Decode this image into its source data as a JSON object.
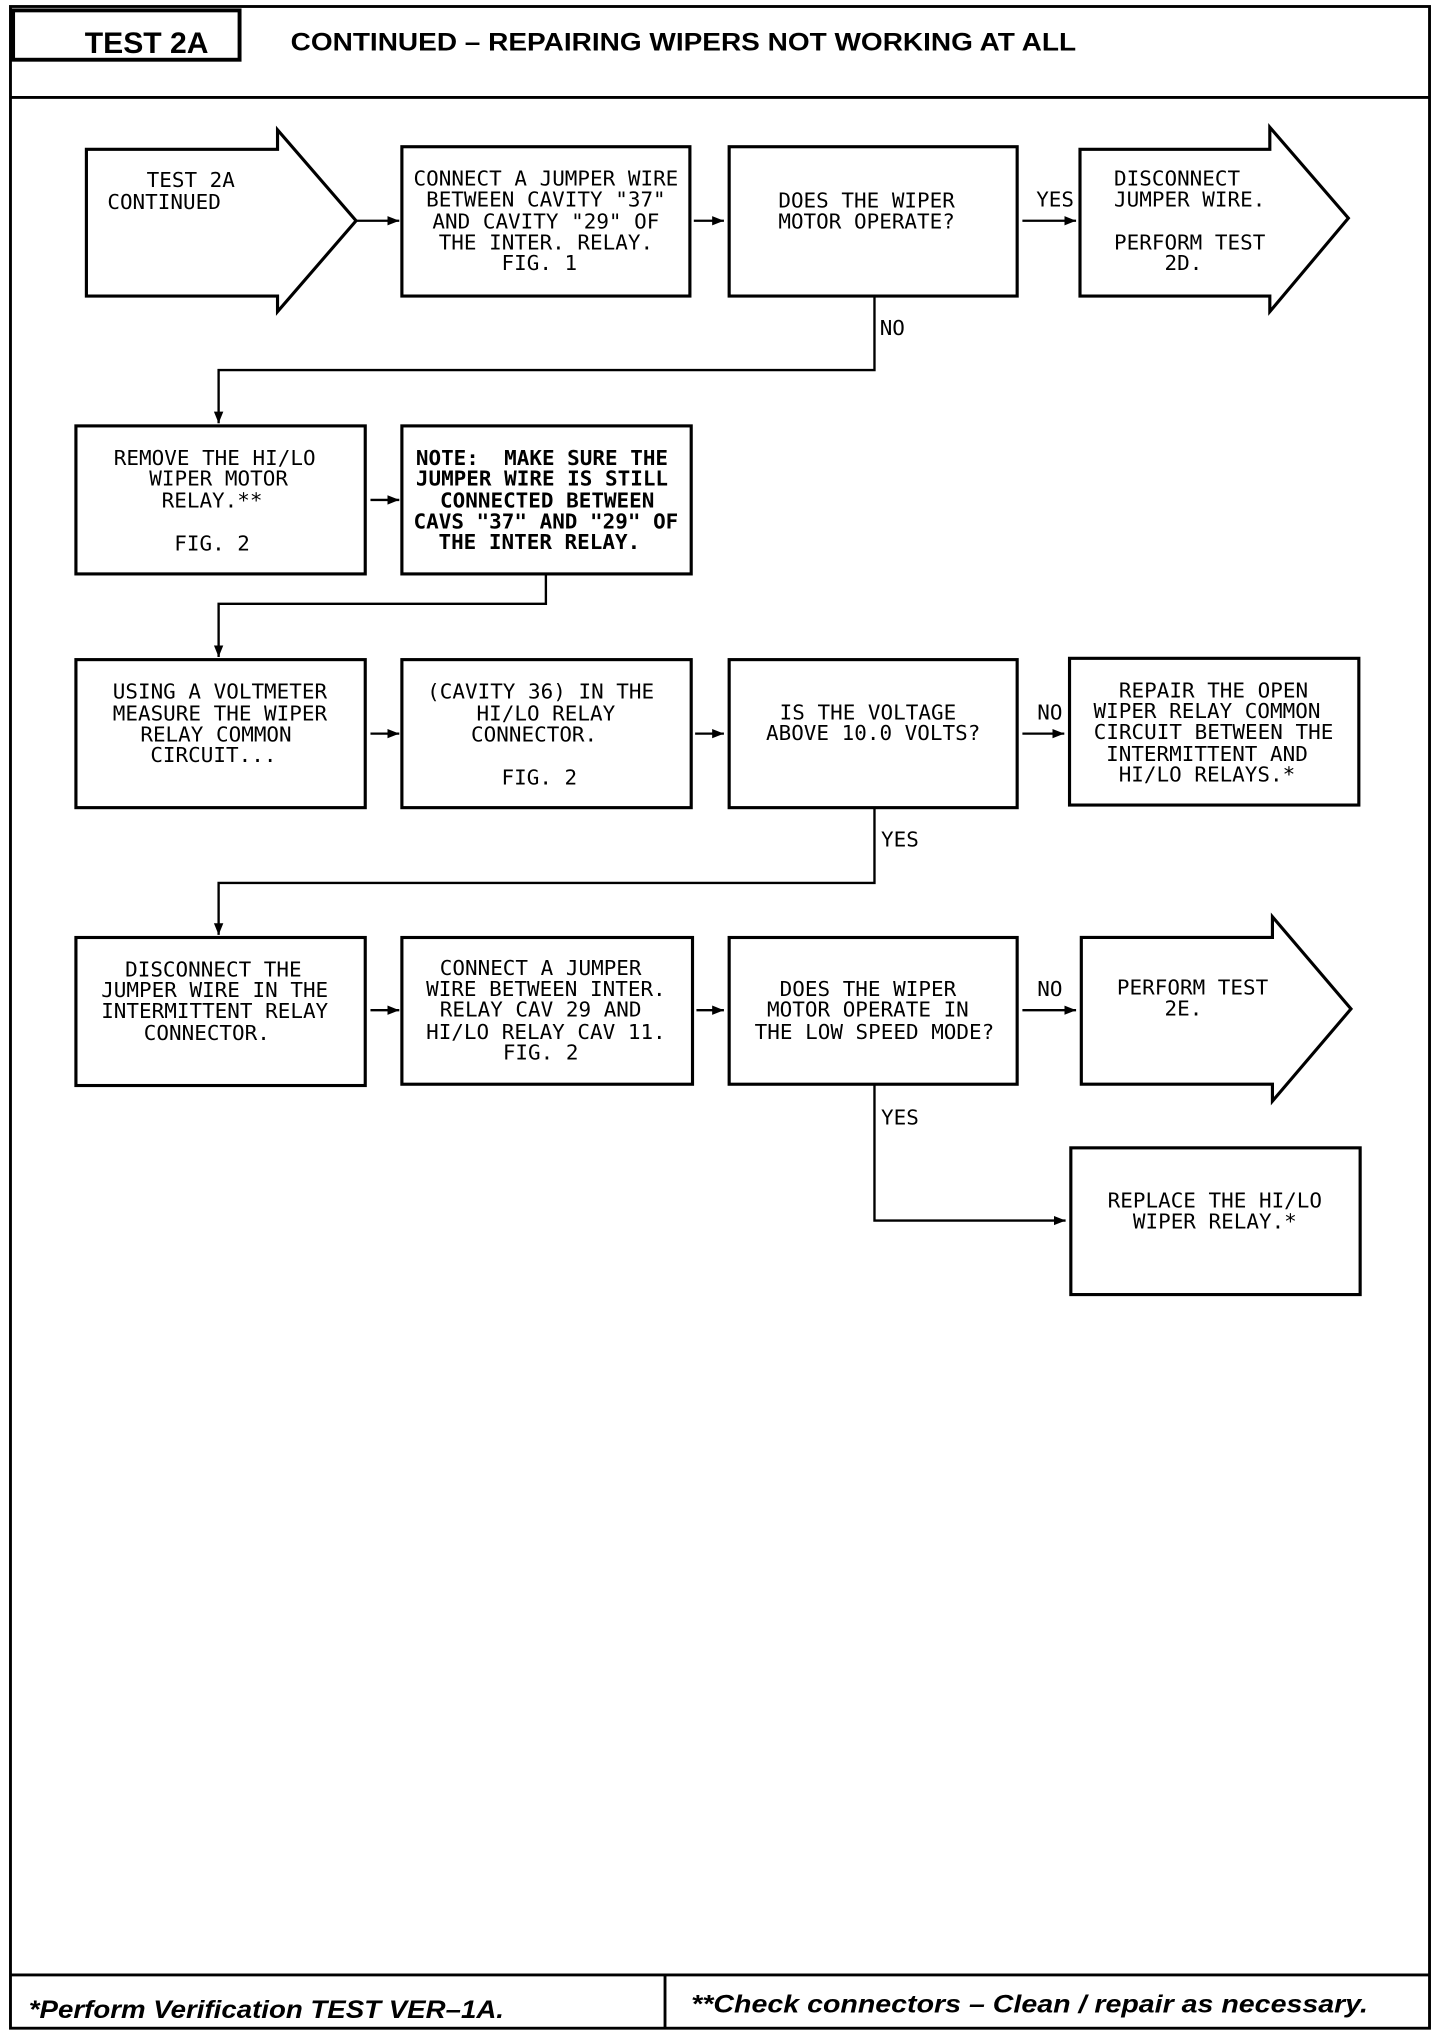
{
  "header": {
    "test_label": "TEST 2A",
    "title": "CONTINUED – REPAIRING WIPERS NOT WORKING AT ALL"
  },
  "steps": [
    {
      "lines": [
        "TEST 2A",
        "CONTINUED"
      ]
    },
    {
      "lines": [
        "CONNECT A JUMPER WIRE",
        "BETWEEN CAVITY \"37\"",
        "AND CAVITY \"29\" OF",
        "THE INTER. RELAY.",
        "FIG. 1"
      ]
    },
    {
      "lines": [
        "DOES THE WIPER",
        "MOTOR OPERATE?"
      ]
    },
    {
      "lines": [
        "DISCONNECT",
        "JUMPER WIRE.",
        "PERFORM TEST",
        "2D."
      ]
    },
    {
      "lines": [
        "REMOVE THE HI/LO",
        "WIPER MOTOR",
        "RELAY.**",
        "FIG. 2"
      ]
    },
    {
      "lines": [
        "NOTE:  MAKE SURE THE",
        "JUMPER WIRE IS STILL",
        "CONNECTED BETWEEN",
        "CAVS \"37\" AND \"29\" OF",
        "THE INTER RELAY."
      ]
    },
    {
      "lines": [
        "USING A VOLTMETER",
        "MEASURE THE WIPER",
        "RELAY COMMON",
        "CIRCUIT..."
      ]
    },
    {
      "lines": [
        "(CAVITY 36) IN THE",
        "HI/LO RELAY",
        "CONNECTOR.",
        "FIG. 2"
      ]
    },
    {
      "lines": [
        "IS THE VOLTAGE",
        "ABOVE 10.0 VOLTS?"
      ]
    },
    {
      "lines": [
        "REPAIR THE OPEN",
        "WIPER RELAY COMMON",
        "CIRCUIT BETWEEN THE",
        "INTERMITTENT AND",
        "HI/LO RELAYS.*"
      ]
    },
    {
      "lines": [
        "DISCONNECT THE",
        "JUMPER WIRE IN THE",
        "INTERMITTENT RELAY",
        "CONNECTOR."
      ]
    },
    {
      "lines": [
        "CONNECT A JUMPER",
        "WIRE BETWEEN INTER.",
        "RELAY CAV 29 AND",
        "HI/LO RELAY CAV 11.",
        "FIG. 2"
      ]
    },
    {
      "lines": [
        "DOES THE WIPER",
        "MOTOR OPERATE IN",
        "THE LOW SPEED MODE?"
      ]
    },
    {
      "lines": [
        "PERFORM TEST",
        "2E."
      ]
    },
    {
      "lines": [
        "REPLACE THE HI/LO",
        "WIPER RELAY.*"
      ]
    }
  ],
  "branch_labels": [
    "YES",
    "NO",
    "NO",
    "YES",
    "NO",
    "YES"
  ],
  "footer": {
    "left": "*Perform Verification TEST VER–1A.",
    "right": "**Check connectors – Clean / repair as necessary."
  }
}
